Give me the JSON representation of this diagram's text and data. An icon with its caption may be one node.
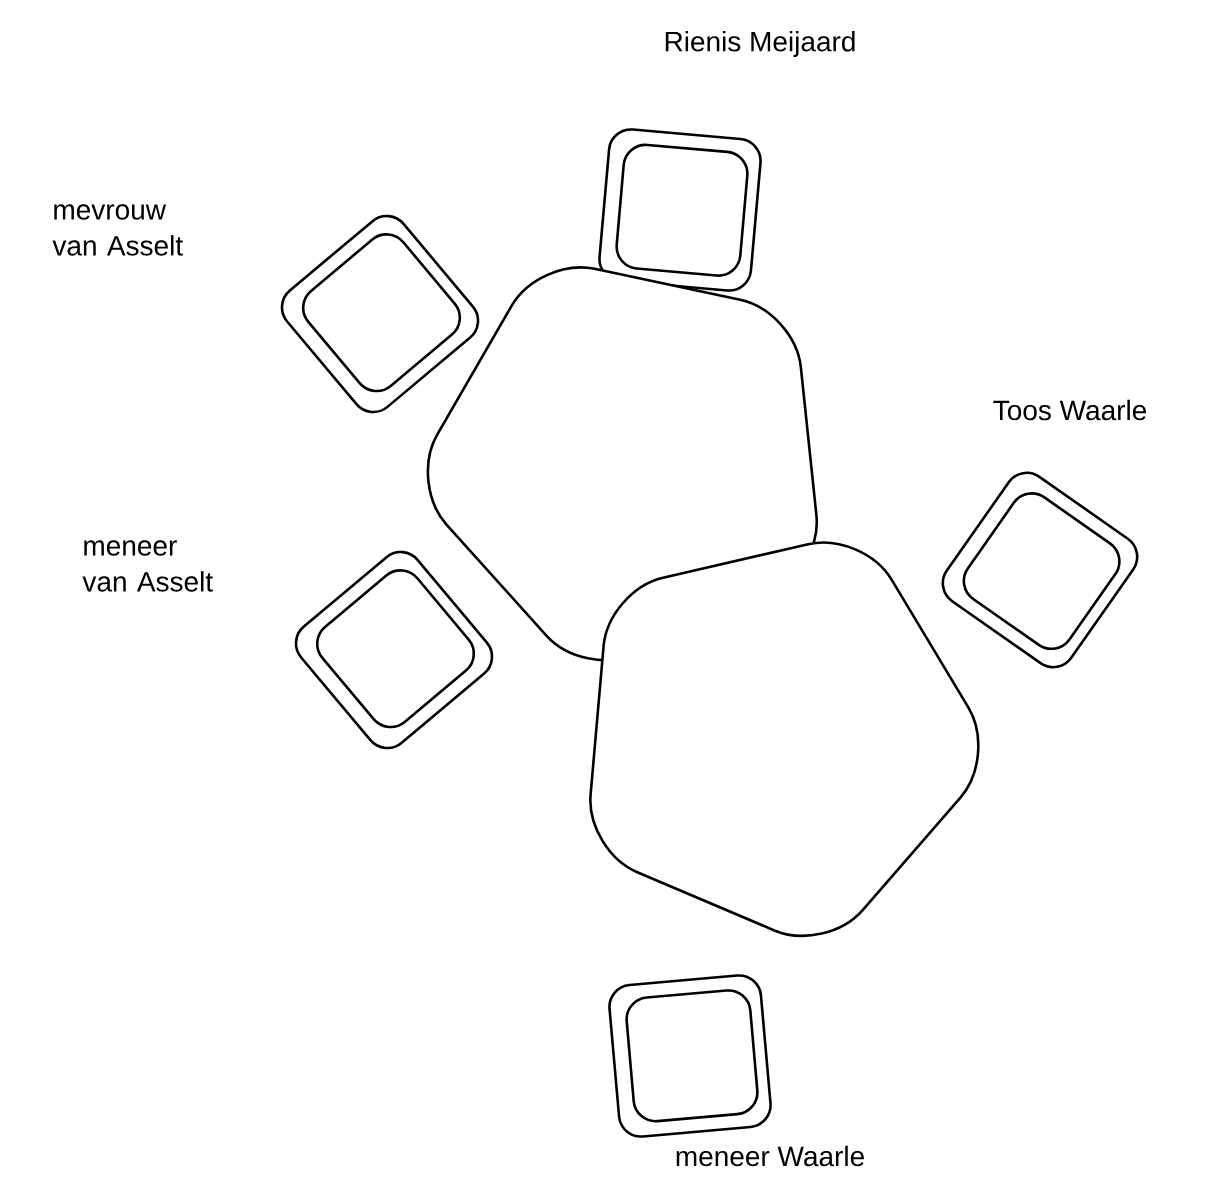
{
  "diagram": {
    "nodes": [
      {
        "text": [
          "Rienis Meijaard"
        ]
      },
      {
        "text": [
          "mevrouw van Asselt"
        ]
      },
      {
        "text": [],
        "shape": "pentagon"
      },
      {
        "text": [
          "Toos Waarle"
        ]
      },
      {
        "text": [
          "meneer van Asselt"
        ]
      },
      {
        "text": [],
        "shape": "pentagon"
      },
      {
        "text": [
          "meneer Waarle"
        ]
      }
    ]
  }
}
